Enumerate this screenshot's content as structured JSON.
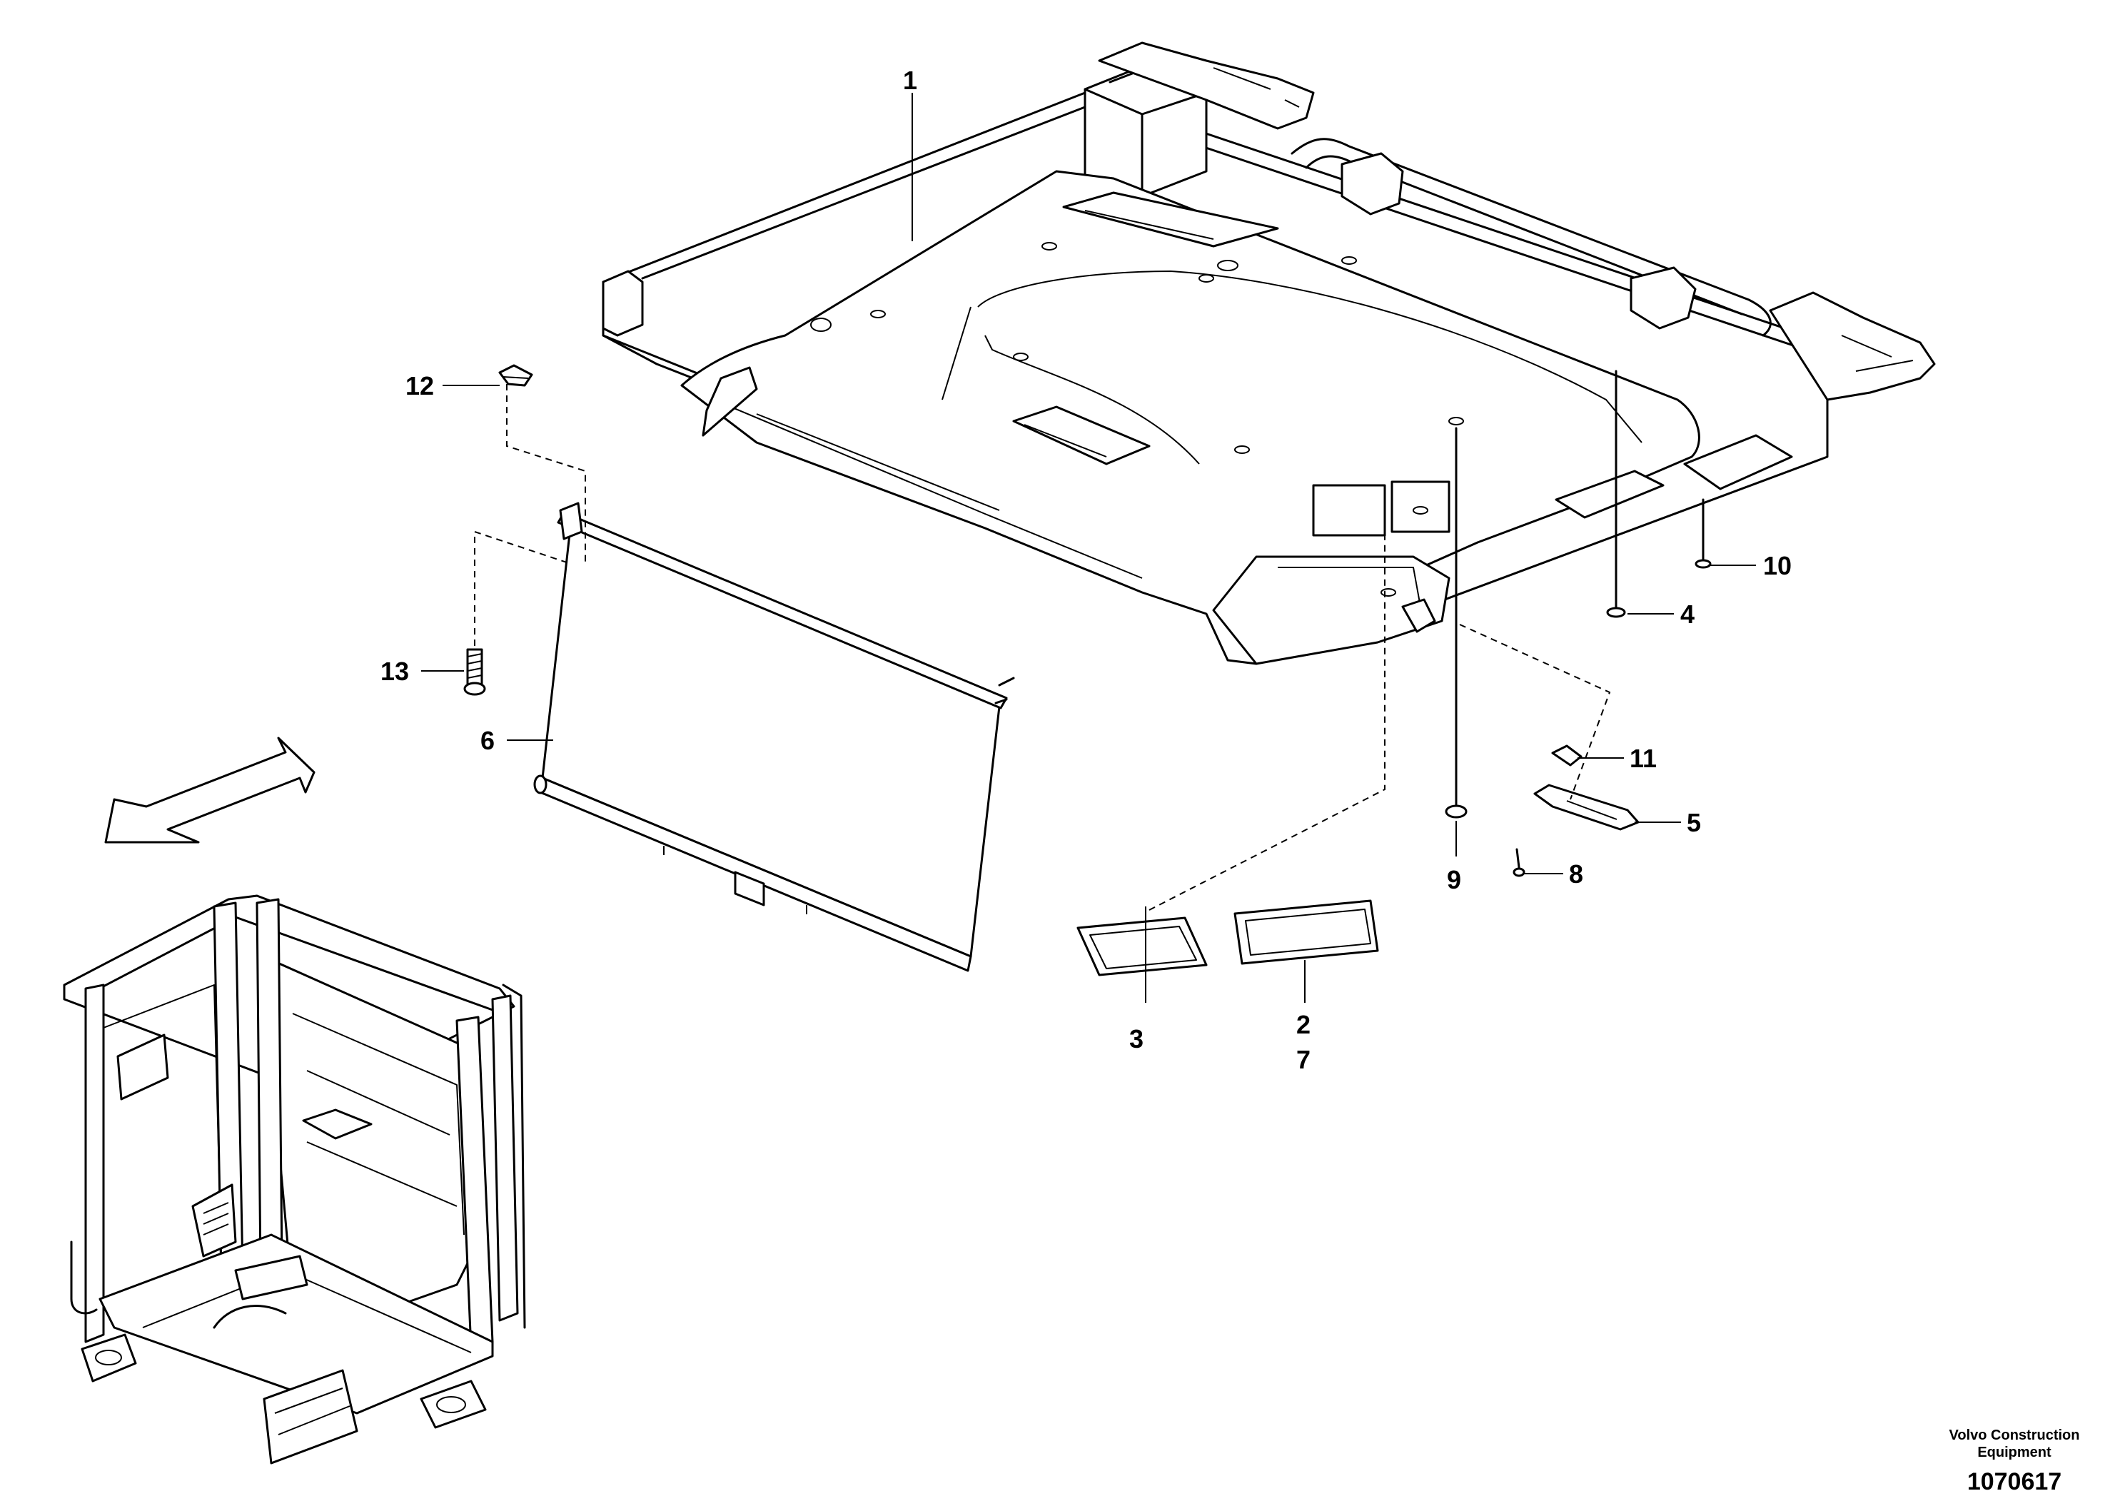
{
  "callouts": [
    {
      "id": "c1",
      "label": "1"
    },
    {
      "id": "c2",
      "label": "2"
    },
    {
      "id": "c3",
      "label": "3"
    },
    {
      "id": "c4",
      "label": "4"
    },
    {
      "id": "c5",
      "label": "5"
    },
    {
      "id": "c6",
      "label": "6"
    },
    {
      "id": "c7",
      "label": "7"
    },
    {
      "id": "c8",
      "label": "8"
    },
    {
      "id": "c9",
      "label": "9"
    },
    {
      "id": "c10",
      "label": "10"
    },
    {
      "id": "c11",
      "label": "11"
    },
    {
      "id": "c12",
      "label": "12"
    },
    {
      "id": "c13",
      "label": "13"
    }
  ],
  "footer": {
    "manufacturer_line1": "Volvo Construction",
    "manufacturer_line2": "Equipment",
    "illustration_number": "1070617"
  }
}
